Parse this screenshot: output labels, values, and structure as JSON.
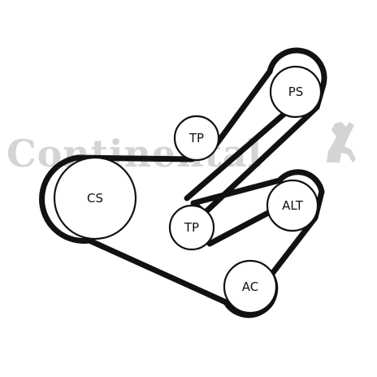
{
  "watermark": {
    "brand_text": "Continental",
    "logo_icon": "horse-icon"
  },
  "pulleys": {
    "cs": "CS",
    "tp_top": "TP",
    "ps": "PS",
    "tp_mid": "TP",
    "alt": "ALT",
    "ac": "AC"
  },
  "colors": {
    "belt": "#111111",
    "watermark": "#d4d4d4",
    "background": "#ffffff"
  }
}
